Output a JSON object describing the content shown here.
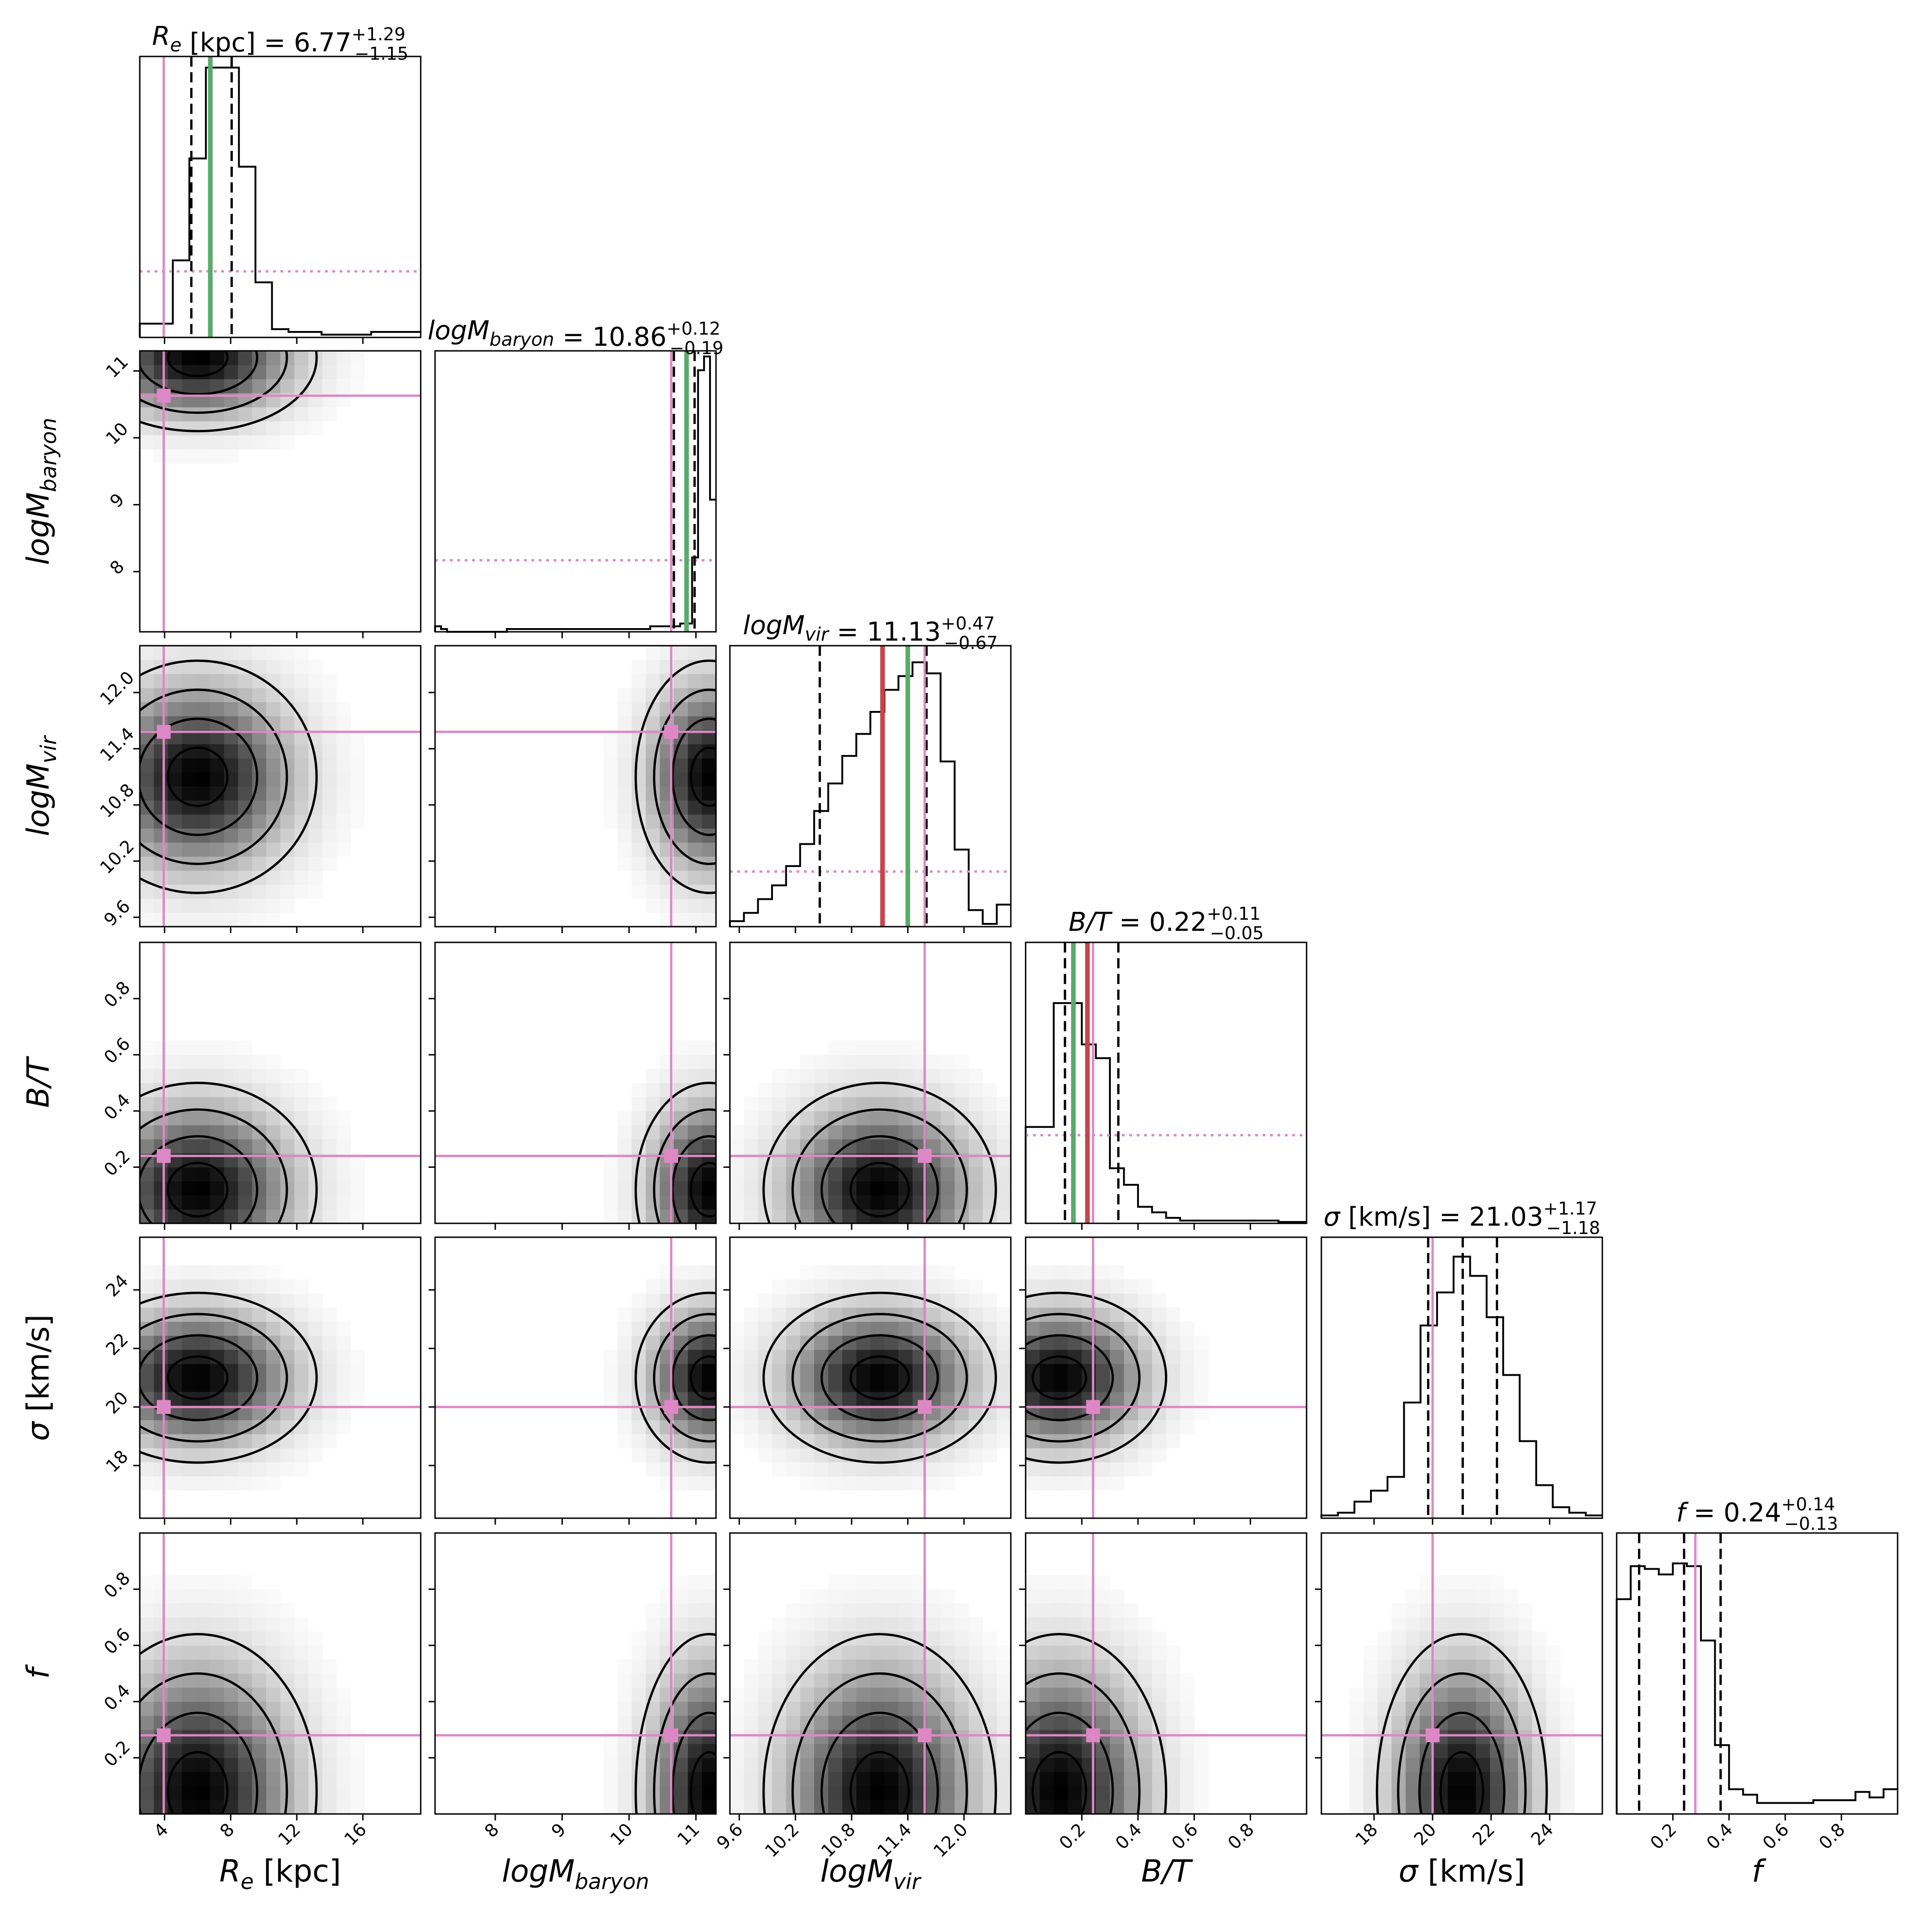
{
  "figure": {
    "type": "corner-plot",
    "colors": {
      "truth": "#dd88c4",
      "median": "#5aaa6a",
      "best": "#c8444a",
      "quantile": "#000000",
      "contour": "#000000",
      "background": "#ffffff"
    }
  },
  "chart_data": {
    "type": "heatmap",
    "parameters": [
      {
        "key": "Re",
        "axis_label": "R_e [kpc]",
        "label_sym": "R",
        "label_sub": "e",
        "label_rest": " [kpc]",
        "title_main": "= 6.77",
        "title_sup": "+1.29",
        "title_subs": "−1.15",
        "range": [
          2.5,
          19.5
        ],
        "ticks": [
          4,
          8,
          12,
          16
        ],
        "tick_labels": [
          "4",
          "8",
          "12",
          "16"
        ],
        "median": 6.77,
        "q_low": 5.62,
        "q_high": 8.06,
        "truth": 3.95,
        "best": null,
        "hist": [
          0.05,
          0.05,
          0.28,
          0.65,
          0.98,
          0.98,
          0.62,
          0.2,
          0.03,
          0.02,
          0.02,
          0.01,
          0.01,
          0.01,
          0.02,
          0.02,
          0.02
        ],
        "uniform_level": 0.24
      },
      {
        "key": "logMb",
        "axis_label": "logM_baryon",
        "label_sym": "logM",
        "label_sub": "baryon",
        "label_rest": "",
        "title_main": "= 10.86",
        "title_sup": "+0.12",
        "title_subs": "−0.19",
        "range": [
          7.1,
          11.3
        ],
        "ticks": [
          8,
          9,
          10,
          11
        ],
        "tick_labels": [
          "8",
          "9",
          "10",
          "11"
        ],
        "median": 10.86,
        "q_low": 10.67,
        "q_high": 10.98,
        "truth": 10.63,
        "best": null,
        "hist": [
          0.02,
          0.01,
          0,
          0,
          0,
          0,
          0,
          0,
          0,
          0,
          0,
          0,
          0.01,
          0.01,
          0.01,
          0.01,
          0.01,
          0.01,
          0.01,
          0.01,
          0.01,
          0.01,
          0.01,
          0.01,
          0.01,
          0.01,
          0.01,
          0.01,
          0.01,
          0.01,
          0.01,
          0.01,
          0.01,
          0.01,
          0.01,
          0.01,
          0.02,
          0.02,
          0.02,
          0.02,
          0.02,
          0.03,
          0.03,
          0.27,
          0.95,
          1.0,
          0.48
        ],
        "uniform_level": 0.26
      },
      {
        "key": "logMvir",
        "axis_label": "logM_vir",
        "label_sym": "logM",
        "label_sub": "vir",
        "label_rest": "",
        "title_main": "= 11.13",
        "title_sup": "+0.47",
        "title_subs": "−0.67",
        "range": [
          9.5,
          12.5
        ],
        "ticks": [
          9.6,
          10.2,
          10.8,
          11.4,
          12.0
        ],
        "tick_labels": [
          "9.6",
          "10.2",
          "10.8",
          "11.4",
          "12.0"
        ],
        "median": 11.4,
        "q_low": 10.46,
        "q_high": 11.6,
        "truth": 11.58,
        "best": 11.13,
        "hist": [
          0.02,
          0.05,
          0.1,
          0.15,
          0.22,
          0.3,
          0.42,
          0.52,
          0.62,
          0.7,
          0.78,
          0.86,
          0.91,
          0.96,
          0.92,
          0.6,
          0.28,
          0.06,
          0.01,
          0.08
        ],
        "uniform_level": 0.2
      },
      {
        "key": "BT",
        "axis_label": "B/T",
        "label_sym": "B/T",
        "label_sub": "",
        "label_rest": "",
        "title_main": "= 0.22",
        "title_sup": "+0.11",
        "title_subs": "−0.05",
        "range": [
          0.0,
          1.0
        ],
        "ticks": [
          0.2,
          0.4,
          0.6,
          0.8
        ],
        "tick_labels": [
          "0.2",
          "0.4",
          "0.6",
          "0.8"
        ],
        "median": 0.17,
        "q_low": 0.14,
        "q_high": 0.33,
        "truth": 0.24,
        "best": 0.22,
        "hist": [
          0.35,
          0.35,
          0.8,
          0.8,
          0.65,
          0.6,
          0.2,
          0.14,
          0.06,
          0.04,
          0.02,
          0.01,
          0.01,
          0.01,
          0.01,
          0.01,
          0.01,
          0.01,
          0.005,
          0.005
        ],
        "uniform_level": 0.32
      },
      {
        "key": "sigma",
        "axis_label": "σ [km/s]",
        "label_sym": "σ",
        "label_sub": "",
        "label_rest": " [km/s]",
        "title_main": "= 21.03",
        "title_sup": "+1.17",
        "title_subs": "−1.18",
        "range": [
          16.2,
          25.8
        ],
        "ticks": [
          18,
          20,
          22,
          24
        ],
        "tick_labels": [
          "18",
          "20",
          "22",
          "24"
        ],
        "median": 21.03,
        "q_low": 19.85,
        "q_high": 22.2,
        "truth": 20.0,
        "best": null,
        "hist": [
          0.01,
          0.02,
          0.06,
          0.1,
          0.15,
          0.42,
          0.7,
          0.82,
          0.95,
          0.88,
          0.73,
          0.52,
          0.28,
          0.12,
          0.04,
          0.02,
          0.01
        ],
        "uniform_level": null
      },
      {
        "key": "f",
        "axis_label": "f",
        "label_sym": "f",
        "label_sub": "",
        "label_rest": "",
        "title_main": "= 0.24",
        "title_sup": "+0.14",
        "title_subs": "−0.13",
        "range": [
          0.0,
          1.0
        ],
        "ticks": [
          0.2,
          0.4,
          0.6,
          0.8
        ],
        "tick_labels": [
          "0.2",
          "0.4",
          "0.6",
          "0.8"
        ],
        "median": 0.24,
        "q_low": 0.08,
        "q_high": 0.37,
        "truth": 0.28,
        "best": null,
        "hist": [
          0.78,
          0.9,
          0.89,
          0.87,
          0.91,
          0.9,
          0.63,
          0.25,
          0.09,
          0.07,
          0.04,
          0.04,
          0.04,
          0.04,
          0.05,
          0.05,
          0.05,
          0.08,
          0.06,
          0.09
        ],
        "uniform_level": null
      }
    ],
    "density_peaks": {
      "Re": 6.0,
      "logMb": 11.2,
      "logMvir": 11.1,
      "BT": 0.12,
      "sigma": 21.0,
      "f": 0.08
    },
    "density_widths": {
      "Re": 3.6,
      "logMb": 0.55,
      "logMvir": 0.62,
      "BT": 0.19,
      "sigma": 1.45,
      "f": 0.28
    },
    "truth_marker": "square"
  }
}
